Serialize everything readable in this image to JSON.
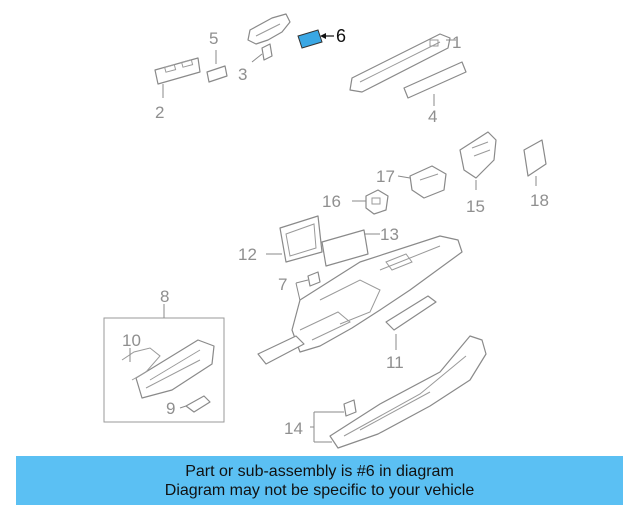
{
  "callouts": {
    "c1": "1",
    "c2": "2",
    "c3": "3",
    "c4": "4",
    "c5": "5",
    "c6": "6",
    "c7": "7",
    "c8": "8",
    "c9": "9",
    "c10": "10",
    "c11": "11",
    "c12": "12",
    "c13": "13",
    "c14": "14",
    "c15": "15",
    "c16": "16",
    "c17": "17",
    "c18": "18"
  },
  "banner": {
    "line1": "Part or sub-assembly is #6 in diagram",
    "line2": "Diagram may not be specific to your vehicle"
  },
  "colors": {
    "highlight_part": "#3aa7e4",
    "banner_background": "#5bc0f3",
    "callout_text": "#8f8f8f"
  }
}
